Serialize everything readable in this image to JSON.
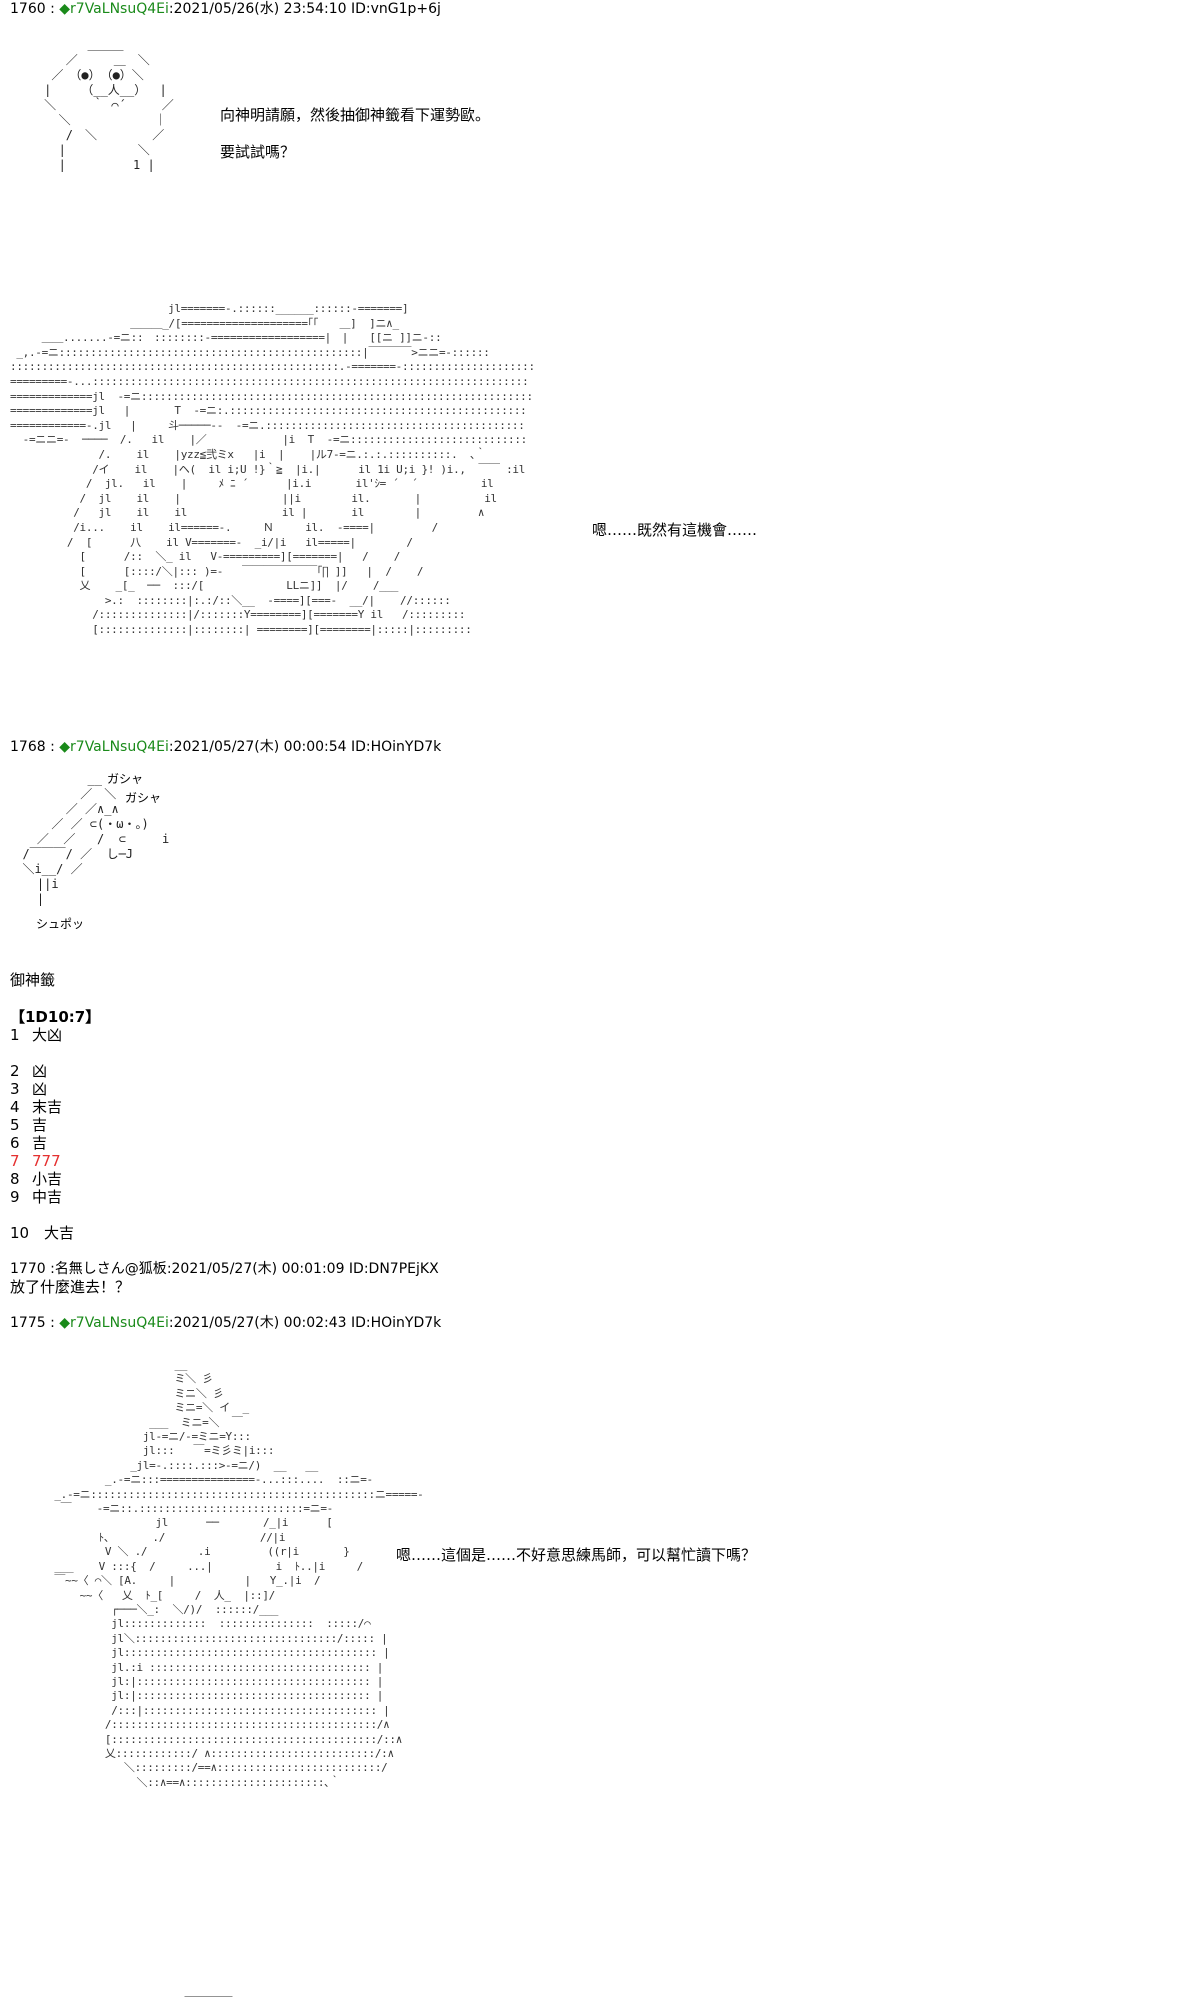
{
  "posts": [
    {
      "number": "1760",
      "separator": ":",
      "trip": "◆r7VaLNsuQ4Ei",
      "meta": ":2021/05/26(水) 23:54:10 ID:vnG1p+6j",
      "speech": [
        "向神明請願，然後抽御神籤看下運勢歐。",
        "要試試嗎？"
      ]
    },
    {
      "speech": "嗯……既然有這機會……"
    },
    {
      "number": "1768",
      "separator": ":",
      "trip": "◆r7VaLNsuQ4Ei",
      "meta": ":2021/05/27(木) 00:00:54 ID:HOinYD7k",
      "sfx": [
        "ガシャ",
        "ガシャ",
        "シュポッ"
      ],
      "omikuji_label": "御神籤",
      "dice": {
        "title": "【1D10:7】",
        "items": [
          {
            "num": "1",
            "text": "大凶",
            "hit": false
          },
          {
            "num": "2",
            "text": "凶",
            "hit": false
          },
          {
            "num": "3",
            "text": "凶",
            "hit": false
          },
          {
            "num": "4",
            "text": "末吉",
            "hit": false
          },
          {
            "num": "5",
            "text": "吉",
            "hit": false
          },
          {
            "num": "6",
            "text": "吉",
            "hit": false
          },
          {
            "num": "7",
            "text": "777",
            "hit": true
          },
          {
            "num": "8",
            "text": "小吉",
            "hit": false
          },
          {
            "num": "9",
            "text": "中吉",
            "hit": false
          },
          {
            "num": "10",
            "text": "大吉",
            "hit": false
          }
        ]
      }
    },
    {
      "number": "1770",
      "separator": ":",
      "name": "名無しさん@狐板",
      "meta": ":2021/05/27(木) 00:01:09 ID:DN7PEjKX",
      "body": "放了什麼進去！？"
    },
    {
      "number": "1775",
      "separator": ":",
      "trip": "◆r7VaLNsuQ4Ei",
      "meta": ":2021/05/27(木) 00:02:43 ID:HOinYD7k",
      "speech": "嗯……這個是……不好意思練馬師，可以幫忙讀下嗎？"
    }
  ]
}
